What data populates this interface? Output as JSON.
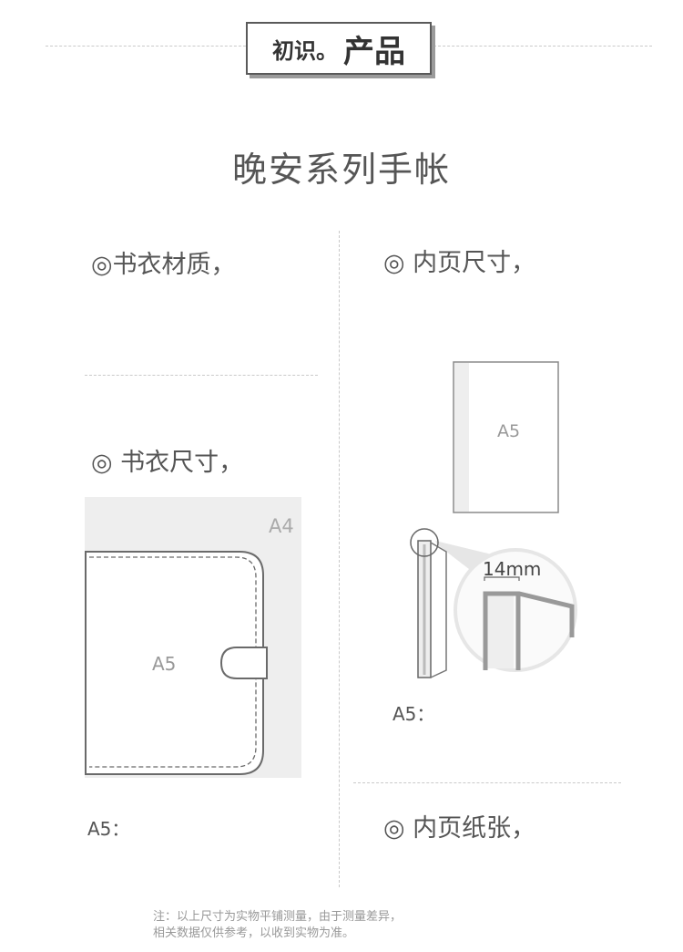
{
  "header": {
    "title_small": "初识。",
    "title_big": "产品"
  },
  "main_title": "晚安系列手帐",
  "sections": {
    "cover_material": "◎书衣材质，",
    "cover_size": "◎ 书衣尺寸，",
    "inner_size": "◎ 内页尺寸，",
    "inner_paper": "◎ 内页纸张，"
  },
  "cover_figure": {
    "outer_label": "A4",
    "inner_label": "A5",
    "caption": "A5："
  },
  "inner_figure": {
    "page_label": "A5",
    "thickness_label": "14mm",
    "caption": "A5："
  },
  "footnote": {
    "line1": "注：以上尺寸为实物平铺测量，由于测量差异，",
    "line2": "相关数据仅供参考，以收到实物为准。"
  },
  "colors": {
    "text": "#555555",
    "border": "#5a5a5a",
    "panel": "#eeeeee"
  }
}
